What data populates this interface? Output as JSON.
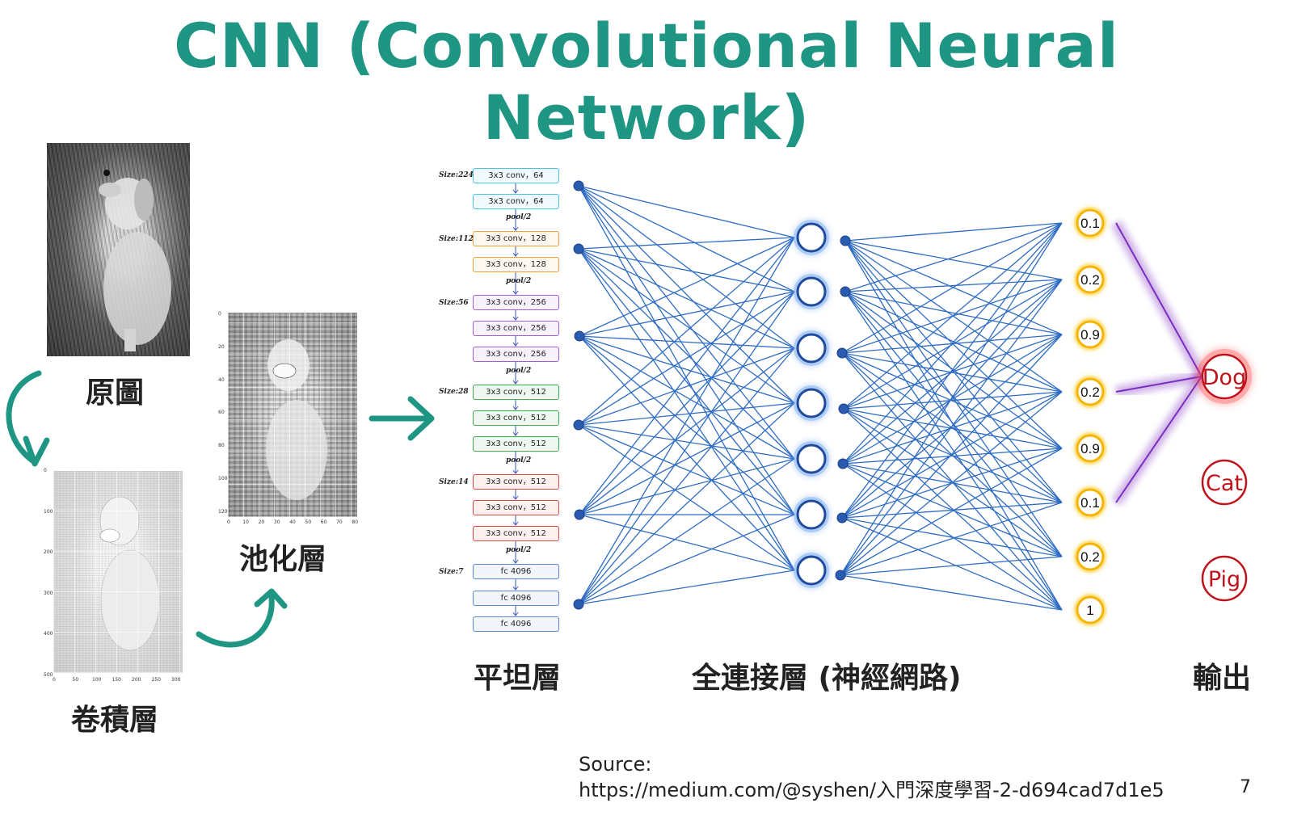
{
  "title": "CNN (Convolutional Neural Network)",
  "labels": {
    "original": "原圖",
    "convolution": "卷積層",
    "pooling": "池化層",
    "flatten": "平坦層",
    "fully_connected": "全連接層 (神經網路)",
    "output": "輸出"
  },
  "conv_axis": {
    "y_ticks": [
      "0",
      "100",
      "200",
      "300",
      "400",
      "500"
    ],
    "x_ticks": [
      "0",
      "50",
      "100",
      "150",
      "200",
      "250",
      "300"
    ]
  },
  "pool_axis": {
    "y_ticks": [
      "0",
      "20",
      "40",
      "60",
      "80",
      "100",
      "120"
    ],
    "x_ticks": [
      "0",
      "10",
      "20",
      "30",
      "40",
      "50",
      "60",
      "70",
      "80"
    ]
  },
  "vgg": {
    "sizes": [
      "Size:224",
      "Size:112",
      "Size:56",
      "Size:28",
      "Size:14",
      "Size:7"
    ],
    "pool_label": "pool/2",
    "layers": [
      {
        "label": "3x3 conv，64",
        "color": "#4ec3e8"
      },
      {
        "label": "3x3 conv，64",
        "color": "#4ec3e8"
      },
      {
        "label": "3x3 conv，128",
        "color": "#f0a23b"
      },
      {
        "label": "3x3 conv，128",
        "color": "#f0a23b"
      },
      {
        "label": "3x3 conv，256",
        "color": "#a15ed8"
      },
      {
        "label": "3x3 conv，256",
        "color": "#a15ed8"
      },
      {
        "label": "3x3 conv，256",
        "color": "#a15ed8"
      },
      {
        "label": "3x3 conv，512",
        "color": "#3fae4a"
      },
      {
        "label": "3x3 conv，512",
        "color": "#3fae4a"
      },
      {
        "label": "3x3 conv，512",
        "color": "#3fae4a"
      },
      {
        "label": "3x3 conv，512",
        "color": "#e0473f"
      },
      {
        "label": "3x3 conv，512",
        "color": "#e0473f"
      },
      {
        "label": "3x3 conv，512",
        "color": "#e0473f"
      },
      {
        "label": "fc 4096",
        "color": "#5a86d6"
      },
      {
        "label": "fc 4096",
        "color": "#5a86d6"
      },
      {
        "label": "fc 4096",
        "color": "#5a86d6"
      }
    ]
  },
  "network": {
    "output_values": [
      "0.1",
      "0.2",
      "0.9",
      "0.2",
      "0.9",
      "0.1",
      "0.2",
      "1"
    ],
    "classes": [
      "Dog",
      "Cat",
      "Pig"
    ]
  },
  "colors": {
    "title": "#1f9684",
    "arrow": "#1f9684",
    "edge": "#2e6cc4",
    "node": "#2a5bb0",
    "output_ring": "#f5b400",
    "class": "#c0121b",
    "highlight": "#7b2fbf"
  },
  "source": {
    "line1": "Source:",
    "line2": "https://medium.com/@syshen/入門深度學習-2-d694cad7d1e5"
  },
  "page_number": "7"
}
